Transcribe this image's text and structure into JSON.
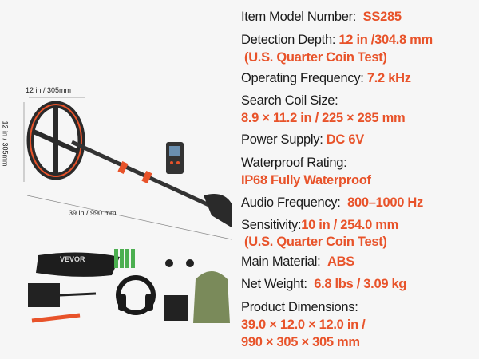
{
  "specs": {
    "model_label": "Item Model Number:",
    "model": "SS285",
    "depth_label": "Detection Depth:",
    "depth": "12 in /304.8 mm",
    "depth_note": "(U.S. Quarter Coin Test)",
    "freq_label": "Operating Frequency:",
    "freq": "7.2 kHz",
    "coil_label": "Search Coil Size:",
    "coil": "8.9 × 11.2 in / 225 × 285 mm",
    "power_label": "Power Supply:",
    "power": "DC 6V",
    "water_label": "Waterproof Rating:",
    "water": "IP68 Fully Waterproof",
    "audio_label": "Audio Frequency:",
    "audio": "800–1000 Hz",
    "sens_label": "Sensitivity:",
    "sens": "10 in / 254.0 mm",
    "sens_note": "(U.S. Quarter Coin Test)",
    "material_label": "Main Material:",
    "material": "ABS",
    "weight_label": "Net Weight:",
    "weight": "6.8 lbs / 3.09 kg",
    "dims_label": "Product Dimensions:",
    "dims_1": "39.0 × 12.0 × 12.0 in /",
    "dims_2": "990 × 305 × 305 mm"
  },
  "image": {
    "coil_width": "12 in / 305mm",
    "coil_height": "12 in / 305mm",
    "length": "39  in / 990 mm",
    "bag_brand": "VEVOR"
  },
  "colors": {
    "accent": "#e8532a"
  }
}
